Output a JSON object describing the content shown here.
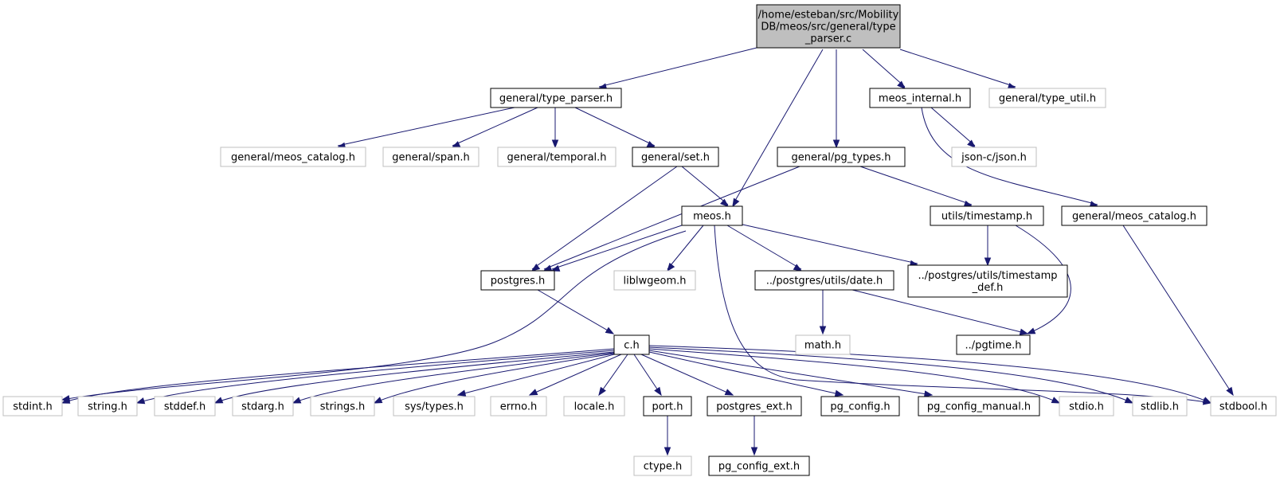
{
  "graph": {
    "root_label": [
      "/home/esteban/src/Mobility",
      "DB/meos/src/general/type",
      "_parser.c"
    ],
    "nodes": {
      "root": "/home/esteban/src/MobilityDB/meos/src/general/type_parser.c",
      "type_parser_h": "general/type_parser.h",
      "meos_internal_h": "meos_internal.h",
      "type_util_h": "general/type_util.h",
      "meos_catalog_h_dim": "general/meos_catalog.h",
      "span_h": "general/span.h",
      "temporal_h": "general/temporal.h",
      "set_h": "general/set.h",
      "pg_types_h": "general/pg_types.h",
      "json_h": "json-c/json.h",
      "meos_h": "meos.h",
      "timestamp_h": "utils/timestamp.h",
      "meos_catalog_h": "general/meos_catalog.h",
      "postgres_h": "postgres.h",
      "liblwgeom_h": "liblwgeom.h",
      "date_h": "../postgres/utils/date.h",
      "timestamp_def_h": [
        "../postgres/utils/timestamp",
        "_def.h"
      ],
      "c_h": "c.h",
      "math_h": "math.h",
      "pgtime_h": "../pgtime.h",
      "stdint_h": "stdint.h",
      "string_h": "string.h",
      "stddef_h": "stddef.h",
      "stdarg_h": "stdarg.h",
      "strings_h": "strings.h",
      "sys_types_h": "sys/types.h",
      "errno_h": "errno.h",
      "locale_h": "locale.h",
      "port_h": "port.h",
      "postgres_ext_h": "postgres_ext.h",
      "pg_config_h": "pg_config.h",
      "pg_config_manual_h": "pg_config_manual.h",
      "stdio_h": "stdio.h",
      "stdlib_h": "stdlib.h",
      "stdbool_h": "stdbool.h",
      "ctype_h": "ctype.h",
      "pg_config_ext_h": "pg_config_ext.h"
    },
    "colors": {
      "edge": "#191970",
      "dim_border": "#bfbfbf",
      "root_fill": "#bfbfbf"
    }
  }
}
